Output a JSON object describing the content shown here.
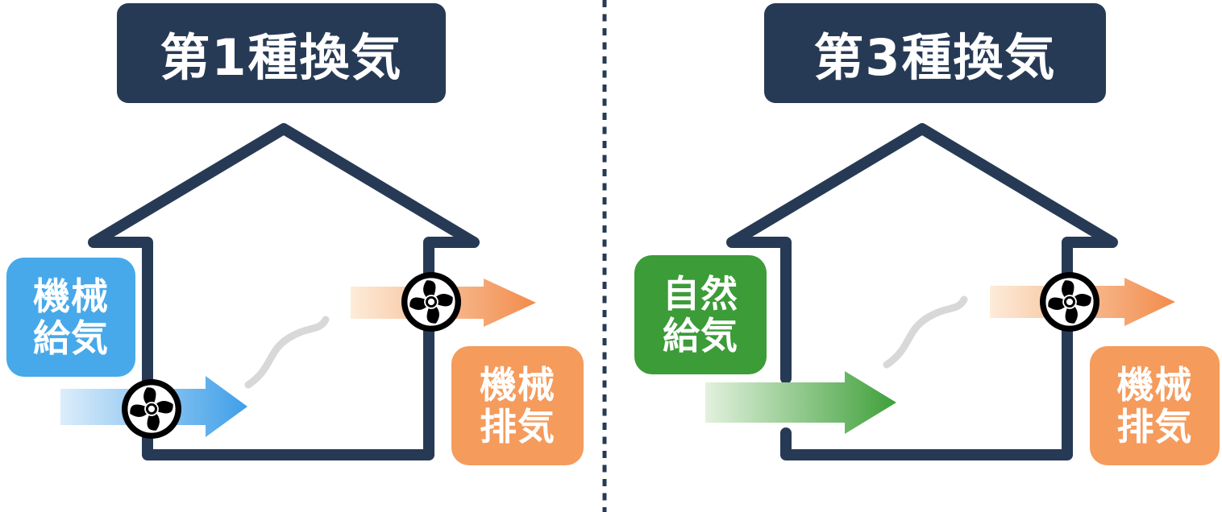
{
  "diagram": {
    "description_visible_text_only": true,
    "divider_style": "vertical-dashed"
  },
  "colors": {
    "navy": "#273a55",
    "white": "#ffffff",
    "blue_box": "#47a9ea",
    "orange_box": "#f59b5c",
    "green_box": "#3c9c38",
    "blue_arrow_start": "#dcedfb",
    "blue_arrow_end": "#3f9fe8",
    "orange_arrow_start": "#fdecd9",
    "orange_arrow_end": "#f28b4b",
    "green_arrow_start": "#e2f1de",
    "green_arrow_end": "#3fa03a",
    "smoke": "#d8d8d8",
    "fan_black": "#000000"
  },
  "panels": [
    {
      "title": "第1種換気",
      "supply": {
        "line1": "機械",
        "line2": "給気",
        "color": "#47a9ea",
        "has_fan": true
      },
      "exhaust": {
        "line1": "機械",
        "line2": "排気",
        "color": "#f59b5c",
        "has_fan": true
      }
    },
    {
      "title": "第3種換気",
      "supply": {
        "line1": "自然",
        "line2": "給気",
        "color": "#3c9c38",
        "has_fan": false
      },
      "exhaust": {
        "line1": "機械",
        "line2": "排気",
        "color": "#f59b5c",
        "has_fan": true
      }
    }
  ],
  "icons": {
    "fan": "fan-icon",
    "smoke": "steam-swoosh-icon"
  }
}
